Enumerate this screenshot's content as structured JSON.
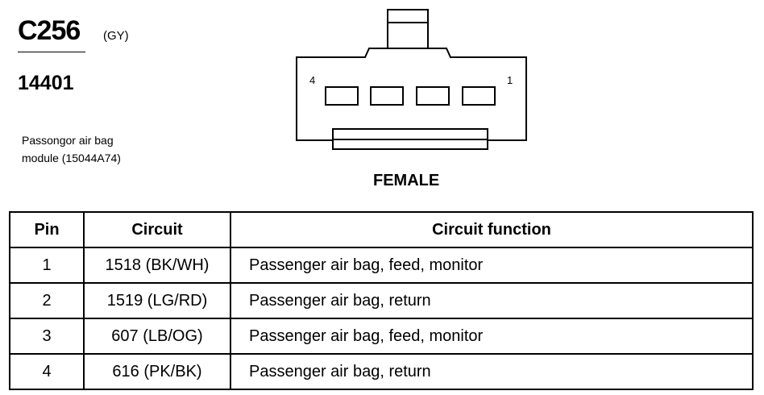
{
  "connector": {
    "id": "C256",
    "color_code": "(GY)",
    "part_number": "14401",
    "component": "Passongor air bag\nmodule (15044A74)",
    "gender": "FEMALE",
    "pin_label_left": "4",
    "pin_label_right": "1"
  },
  "table": {
    "headers": [
      "Pin",
      "Circuit",
      "Circuit function"
    ],
    "rows": [
      {
        "pin": "1",
        "circuit": "1518 (BK/WH)",
        "function": "Passenger air bag, feed, monitor"
      },
      {
        "pin": "2",
        "circuit": "1519 (LG/RD)",
        "function": "Passenger air bag, return"
      },
      {
        "pin": "3",
        "circuit": "607 (LB/OG)",
        "function": "Passenger air bag, feed, monitor"
      },
      {
        "pin": "4",
        "circuit": "616 (PK/BK)",
        "function": "Passenger air bag, return"
      }
    ]
  }
}
